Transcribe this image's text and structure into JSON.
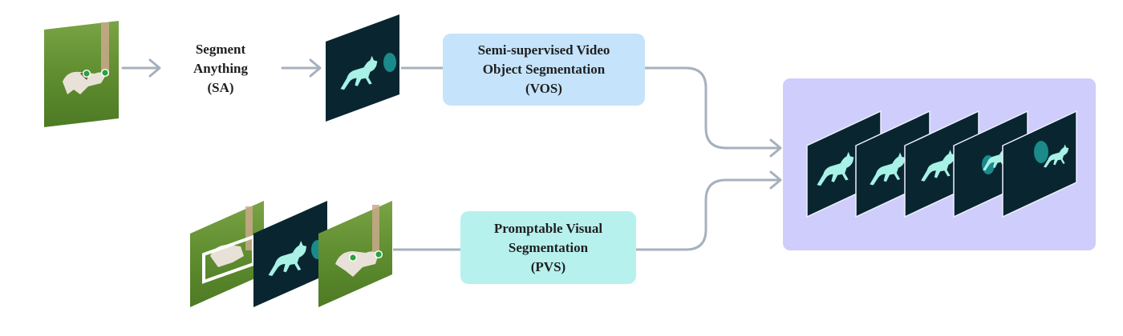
{
  "sa_label": {
    "lines": [
      "Segment",
      "Anything",
      "(SA)"
    ]
  },
  "vos_box": {
    "lines": [
      "Semi-supervised Video",
      "Object Segmentation",
      "(VOS)"
    ],
    "fill": "#c5e4fb"
  },
  "pvs_box": {
    "lines": [
      "Promptable Visual",
      "Segmentation",
      "(PVS)"
    ],
    "fill": "#b7f1ee"
  },
  "output_panel": {
    "fill": "#cfcdfb"
  },
  "colors": {
    "arrow": "#a5b1bd",
    "frame_dark": "#092630",
    "silhouette": "#a7f1e6",
    "click_point": "#27a340",
    "grass": "#5d8c2c"
  },
  "icons": [
    "dog-silhouette-icon",
    "click-point-icon",
    "bounding-box-icon"
  ]
}
